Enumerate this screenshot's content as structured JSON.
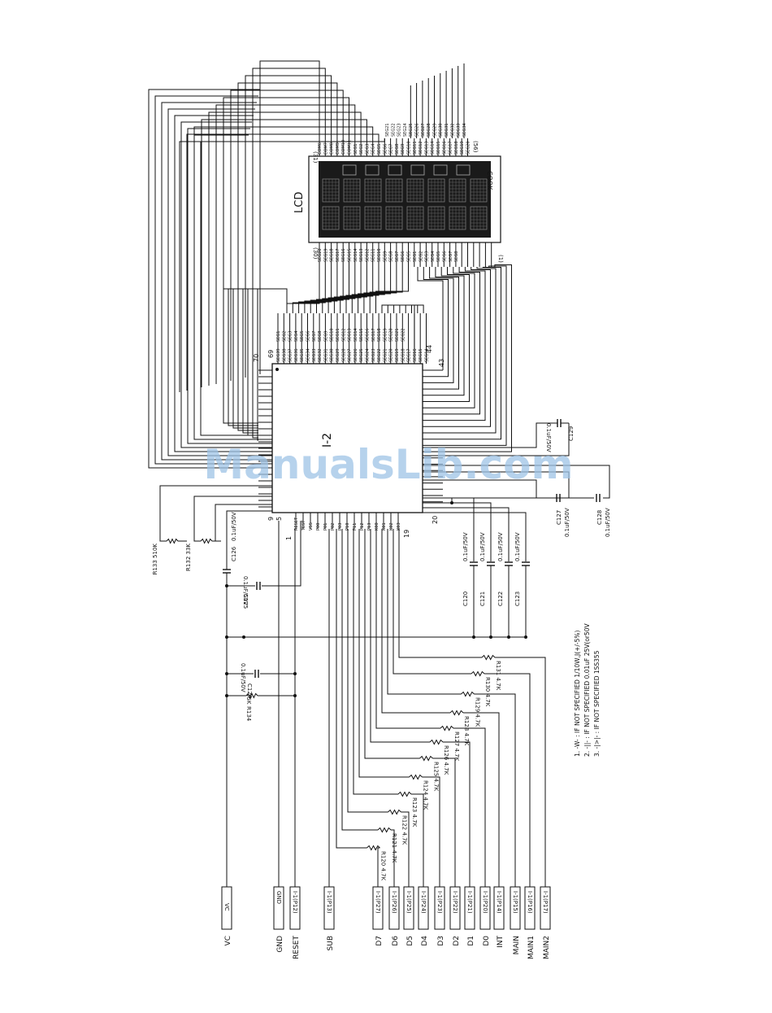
{
  "lcd": {
    "label": "LCD",
    "pin_first": "(1)",
    "pin_30": "(30)",
    "pin_31": "(31)",
    "pin_56": "(56)",
    "icon_text": "COOK"
  },
  "ic": {
    "label": "I-2",
    "pin_1": "1",
    "pin_5": "5",
    "pin_9": "9",
    "pin_19": "19",
    "pin_20": "20",
    "pin_43": "43",
    "pin_44": "44",
    "pin_69": "69",
    "pin_70": "70",
    "bottom_pins": [
      "RESET",
      "TEST",
      "VSS",
      "P00",
      "P01",
      "P02",
      "P03",
      "P10",
      "P11",
      "P12",
      "P13",
      "K00",
      "K01",
      "K02",
      "K03"
    ]
  },
  "components": {
    "R120": {
      "ref": "R120",
      "value": "4.7K"
    },
    "R121": {
      "ref": "R121",
      "value": "4.7K"
    },
    "R122": {
      "ref": "R122",
      "value": "4.7K"
    },
    "R123": {
      "ref": "R123",
      "value": "4.7K"
    },
    "R124": {
      "ref": "R124",
      "value": "4.7K"
    },
    "R125": {
      "ref": "R125",
      "value": "4.7K"
    },
    "R126": {
      "ref": "R126",
      "value": "4.7K"
    },
    "R127": {
      "ref": "R127",
      "value": "4.7K"
    },
    "R128": {
      "ref": "R128",
      "value": "4.7K"
    },
    "R129": {
      "ref": "R129",
      "value": "4.7K"
    },
    "R130": {
      "ref": "R130",
      "value": "4.7K"
    },
    "R131": {
      "ref": "R131",
      "value": "4.7K"
    },
    "R132": {
      "ref": "R132",
      "value": "33K"
    },
    "R133": {
      "ref": "R133",
      "value": "510K"
    },
    "R134": {
      "ref": "R134",
      "value": "15K"
    },
    "C120": {
      "ref": "C120",
      "value": "0.1uF/50V"
    },
    "C121": {
      "ref": "C121",
      "value": "0.1uF/50V"
    },
    "C122": {
      "ref": "C122",
      "value": "0.1uF/50V"
    },
    "C123": {
      "ref": "C123",
      "value": "0.1uF/50V"
    },
    "C124": {
      "ref": "C124",
      "value": "0.1uF/50V"
    },
    "C125": {
      "ref": "C125",
      "value": "0.1uF/50V"
    },
    "C126": {
      "ref": "C126",
      "value": "0.1uF/50V"
    },
    "C127": {
      "ref": "C127",
      "value": "0.1uF/50V"
    },
    "C128": {
      "ref": "C128",
      "value": "0.1uF/50V"
    },
    "C129": {
      "ref": "C129",
      "value": "0.1uF/50V"
    }
  },
  "connectors": [
    {
      "box": "",
      "net": "VC"
    },
    {
      "box": "GND",
      "net": "GND"
    },
    {
      "box": "I-1(P12)",
      "net": "RESET"
    },
    {
      "box": "I-1(P13)",
      "net": "SUB"
    },
    {
      "box": "I-1(P27)",
      "net": "D7"
    },
    {
      "box": "I-1(P26)",
      "net": "D6"
    },
    {
      "box": "I-1(P25)",
      "net": "D5"
    },
    {
      "box": "I-1(P24)",
      "net": "D4"
    },
    {
      "box": "I-1(P23)",
      "net": "D3"
    },
    {
      "box": "I-1(P22)",
      "net": "D2"
    },
    {
      "box": "I-1(P21)",
      "net": "D1"
    },
    {
      "box": "I-1(P20)",
      "net": "D0"
    },
    {
      "box": "I-1(P14)",
      "net": "INT"
    },
    {
      "box": "I-1(P15)",
      "net": "MAIN"
    },
    {
      "box": "I-1(P16)",
      "net": "MAIN1"
    },
    {
      "box": "I-1(P17)",
      "net": "MAIN2"
    }
  ],
  "notes": [
    "1.  -W- :  IF NOT SPECIFIED 1/10W,J(+/-5%)",
    "2.  -||- :  IF NOT SPECIFIED 0.01uF 25V(or50V",
    "3.  -|>|- :  IF NOT SPECIFIED 1SS355"
  ],
  "watermark": "ManualsLib.com"
}
